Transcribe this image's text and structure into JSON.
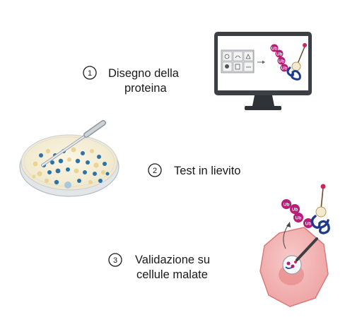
{
  "steps": [
    {
      "number": "1",
      "line1": "Disegno della",
      "line2": "proteina"
    },
    {
      "number": "2",
      "line1": "Test in lievito",
      "line2": ""
    },
    {
      "number": "3",
      "line1": "Validazione su",
      "line2": "cellule malate"
    }
  ],
  "ubiquitin_label": "Ub",
  "colors": {
    "ubiquitin": "#b81e77",
    "protein": "#1f3a8a",
    "cell": "#f3b3b3",
    "cell_border": "#d97b7b",
    "yeast_blue": "#2a73a6",
    "yeast_yellow": "#e9d492",
    "monitor": "#3c3f44"
  }
}
